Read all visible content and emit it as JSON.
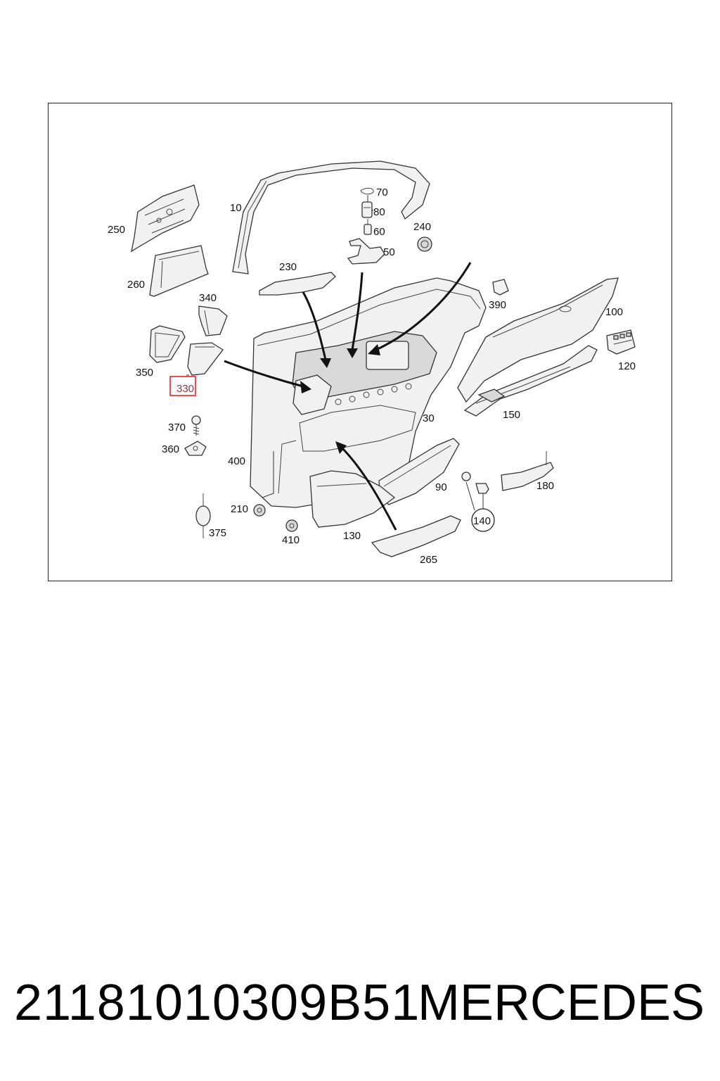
{
  "footer": {
    "part_number": "2118101030​9B51",
    "brand": "MERCEDES"
  },
  "callouts": {
    "c10": "10",
    "c70": "70",
    "c80": "80",
    "c60": "60",
    "c50": "50",
    "c240": "240",
    "c250": "250",
    "c260": "260",
    "c230": "230",
    "c390": "390",
    "c340": "340",
    "c100": "100",
    "c350": "350",
    "c120": "120",
    "c330": "330",
    "c30": "30",
    "c150": "150",
    "c370": "370",
    "c360": "360",
    "c400": "400",
    "c90": "90",
    "c180": "180",
    "c210": "210",
    "c140": "140",
    "c375": "375",
    "c410": "410",
    "c130": "130",
    "c265": "265"
  },
  "colors": {
    "highlight_box": "#e0262c"
  }
}
